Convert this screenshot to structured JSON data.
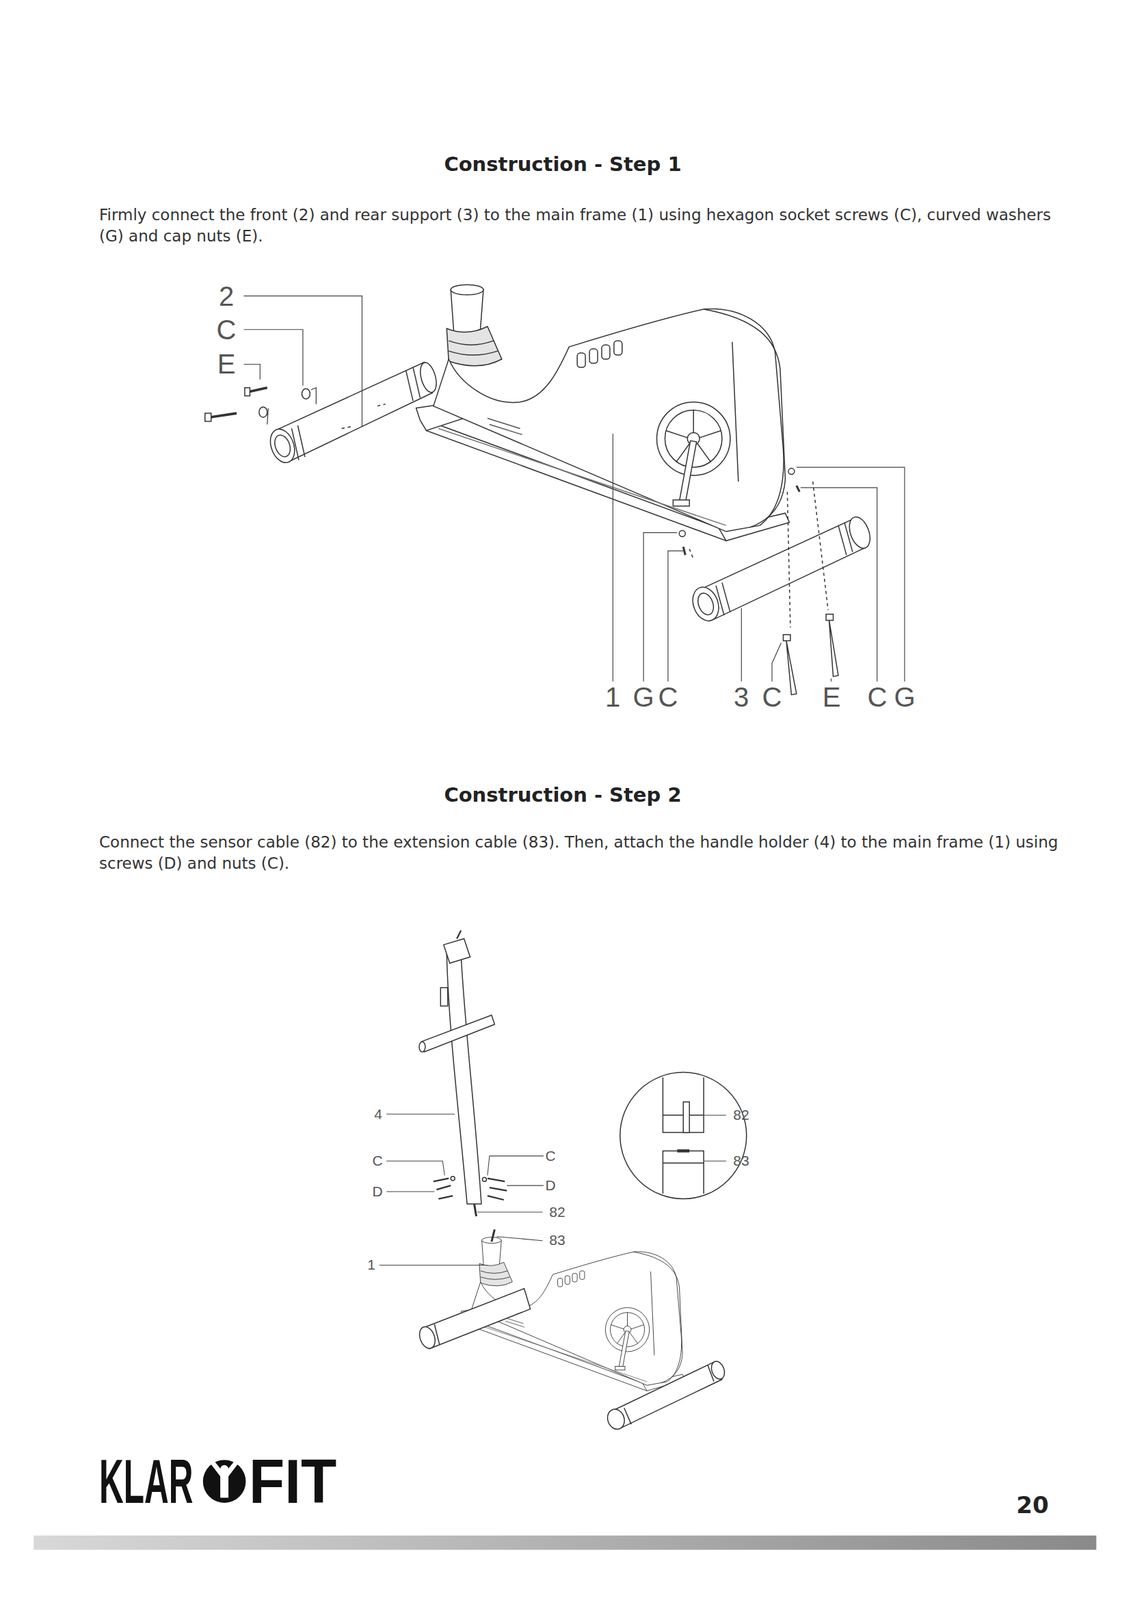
{
  "diagram": {
    "labels": [
      "Construction - Step 1",
      "Firmly connect the front (2) and rear support (3) to the main frame (1) using hexagon socket screws (C), curved washers (G) and cap nuts (E).",
      "2",
      "C",
      "E",
      "1",
      "G",
      "C",
      "3",
      "C",
      "E",
      "C",
      "G",
      "Construction - Step 2",
      "Connect the sensor cable (82) to the extension cable (83). Then, attach the handle holder (4) to the main frame (1) using screws (D) and nuts (C).",
      "4",
      "C",
      "D",
      "C",
      "D",
      "82",
      "83",
      "1",
      "82",
      "83",
      "KLAR",
      "FIT",
      "20"
    ]
  }
}
